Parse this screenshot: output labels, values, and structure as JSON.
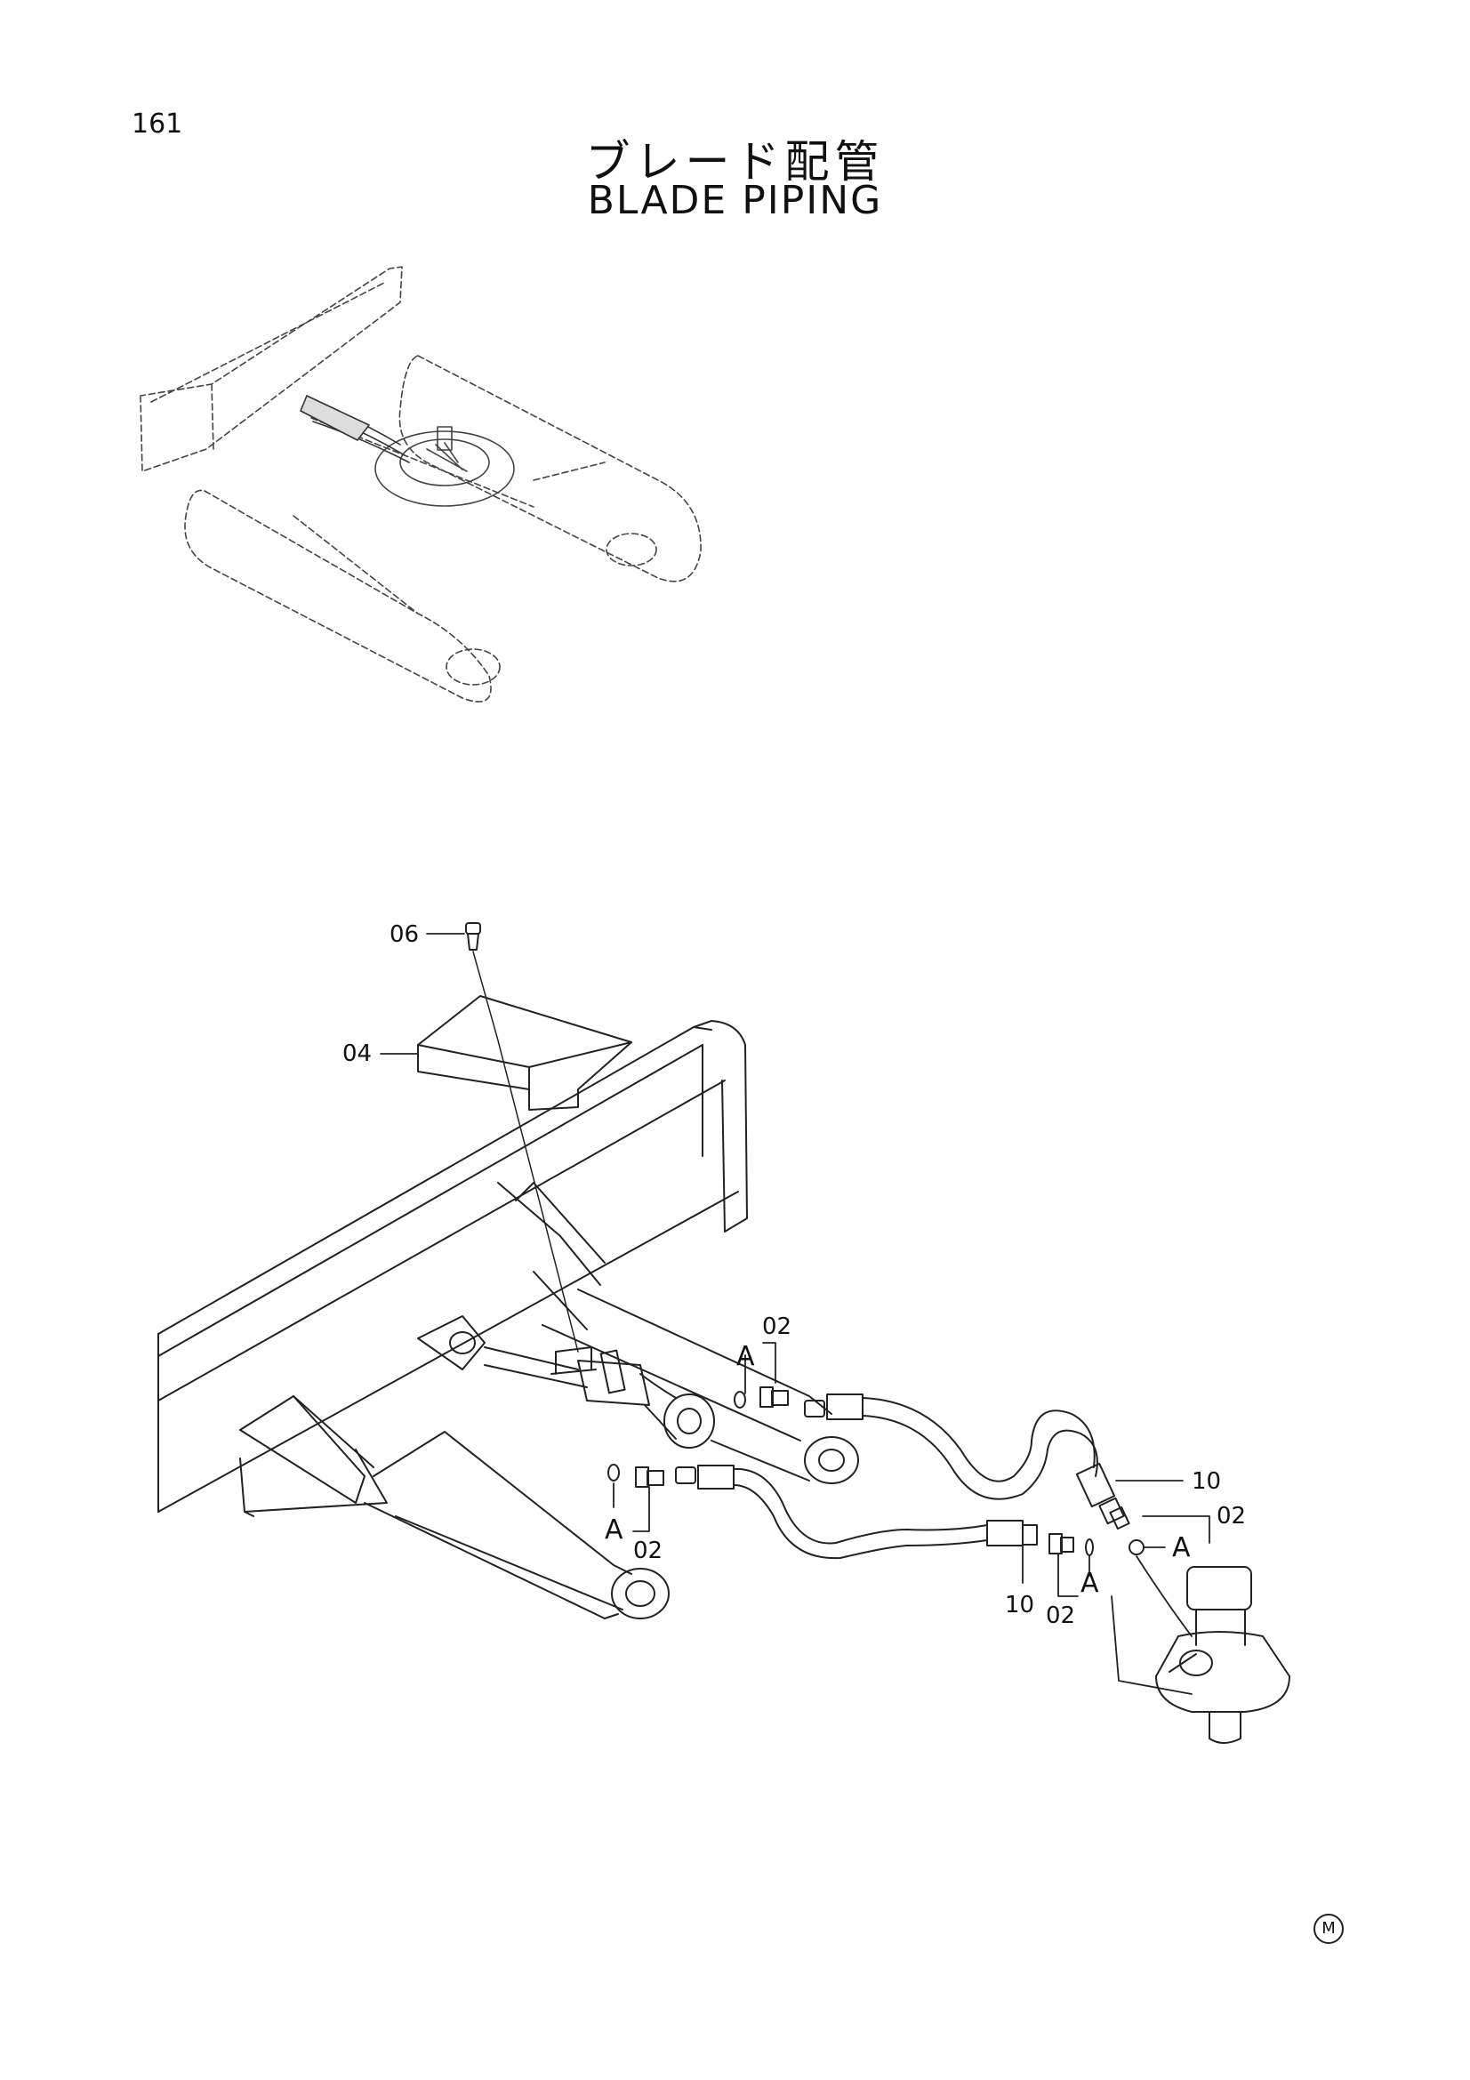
{
  "page": {
    "number": "161",
    "title_jp": "ブレード配管",
    "title_en": "BLADE PIPING",
    "maker_mark": "M"
  },
  "callouts": {
    "c06": "06",
    "c04": "04",
    "c02_top": "02",
    "a_top": "A",
    "a_left": "A",
    "c02_left": "02",
    "c10_right": "10",
    "c02_right": "02",
    "a_right": "A",
    "c10_bottom": "10",
    "a_bottom": "A",
    "c02_bottom": "02"
  }
}
